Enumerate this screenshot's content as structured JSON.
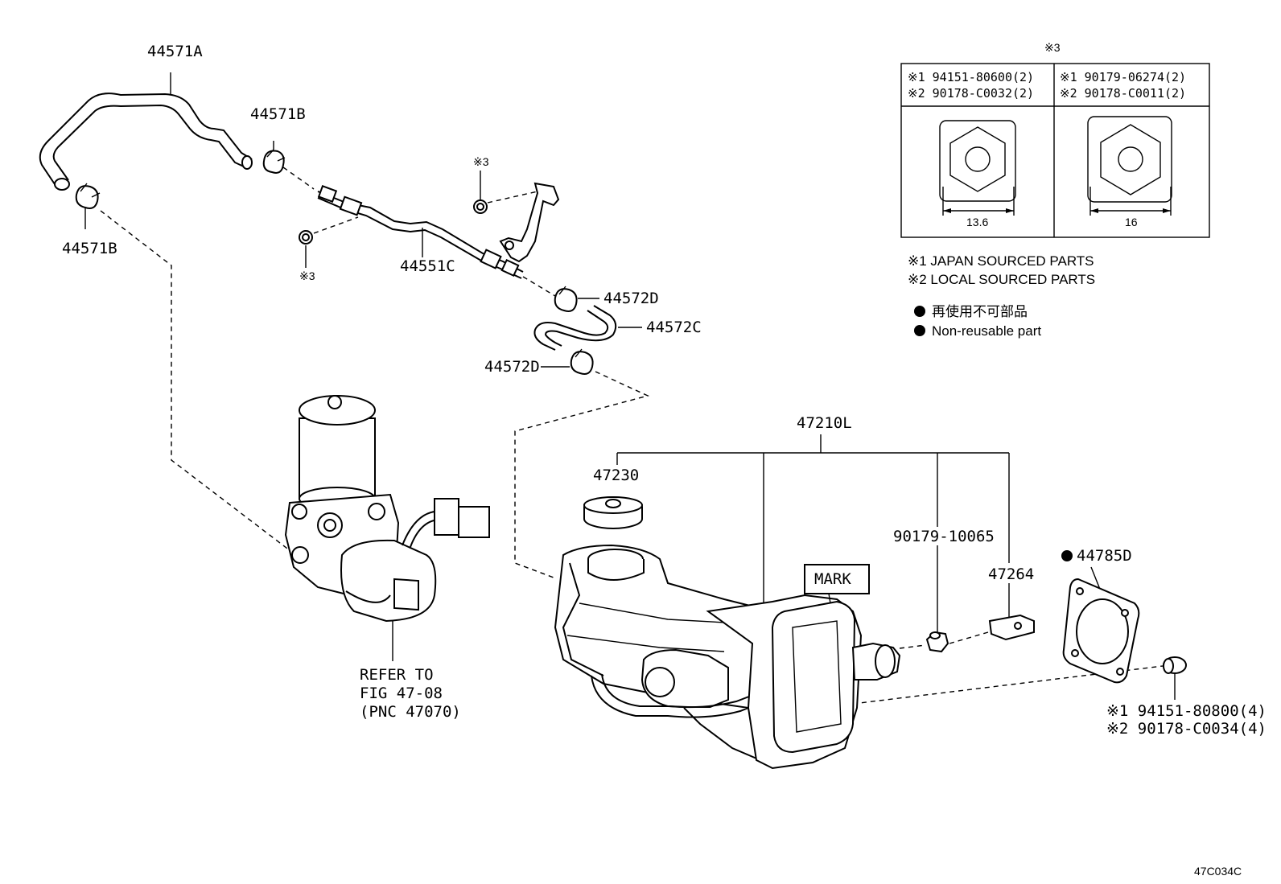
{
  "labels": {
    "hose_44571A": "44571A",
    "clip_44571B_top": "44571B",
    "clip_44571B_left": "44571B",
    "pipe_44551C": "44551C",
    "clip_44572D_top": "44572D",
    "hose_44572C": "44572C",
    "clip_44572D_bottom": "44572D",
    "assy_47210L": "47210L",
    "cap_47230": "47230",
    "nut_90179": "90179-10065",
    "bracket_47264": "47264",
    "gasket_44785D": "44785D",
    "mark": "MARK",
    "note3_top": "※3",
    "note3_bottom": "※3",
    "refer_line1": "REFER TO",
    "refer_line2": "FIG 47-08",
    "refer_line3": "(PNC 47070)",
    "bolt_line1": "※1 94151-80800(4)",
    "bolt_line2": "※2 90178-C0034(4)",
    "figure_code": "47C034C"
  },
  "table": {
    "header": "※3",
    "col1_line1": "※1 94151-80600(2)",
    "col1_line2": "※2 90178-C0032(2)",
    "col1_dim": "13.6",
    "col2_line1": "※1 90179-06274(2)",
    "col2_line2": "※2 90178-C0011(2)",
    "col2_dim": "16"
  },
  "legend": {
    "note1": "※1 JAPAN SOURCED PARTS",
    "note2": "※2 LOCAL SOURCED PARTS",
    "non_reusable_jp": "再使用不可部品",
    "non_reusable_en": "Non-reusable part"
  }
}
